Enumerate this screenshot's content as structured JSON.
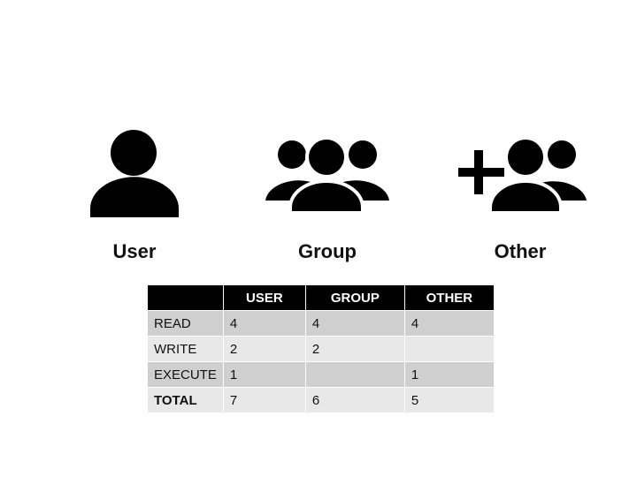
{
  "icons": [
    {
      "name": "user-icon",
      "label": "User"
    },
    {
      "name": "group-icon",
      "label": "Group"
    },
    {
      "name": "other-icon",
      "label": "Other"
    }
  ],
  "table": {
    "headers": [
      "",
      "USER",
      "GROUP",
      "OTHER"
    ],
    "rows": [
      {
        "label": "READ",
        "values": [
          "4",
          "4",
          "4"
        ]
      },
      {
        "label": "WRITE",
        "values": [
          "2",
          "2",
          ""
        ]
      },
      {
        "label": "EXECUTE",
        "values": [
          "1",
          "",
          "1"
        ]
      },
      {
        "label": "TOTAL",
        "values": [
          "7",
          "6",
          "5"
        ]
      }
    ]
  },
  "colors": {
    "icon": "#000000",
    "header_bg": "#000000",
    "header_text": "#ffffff",
    "row_dark": "#cfcfcf",
    "row_light": "#e8e8e8"
  }
}
